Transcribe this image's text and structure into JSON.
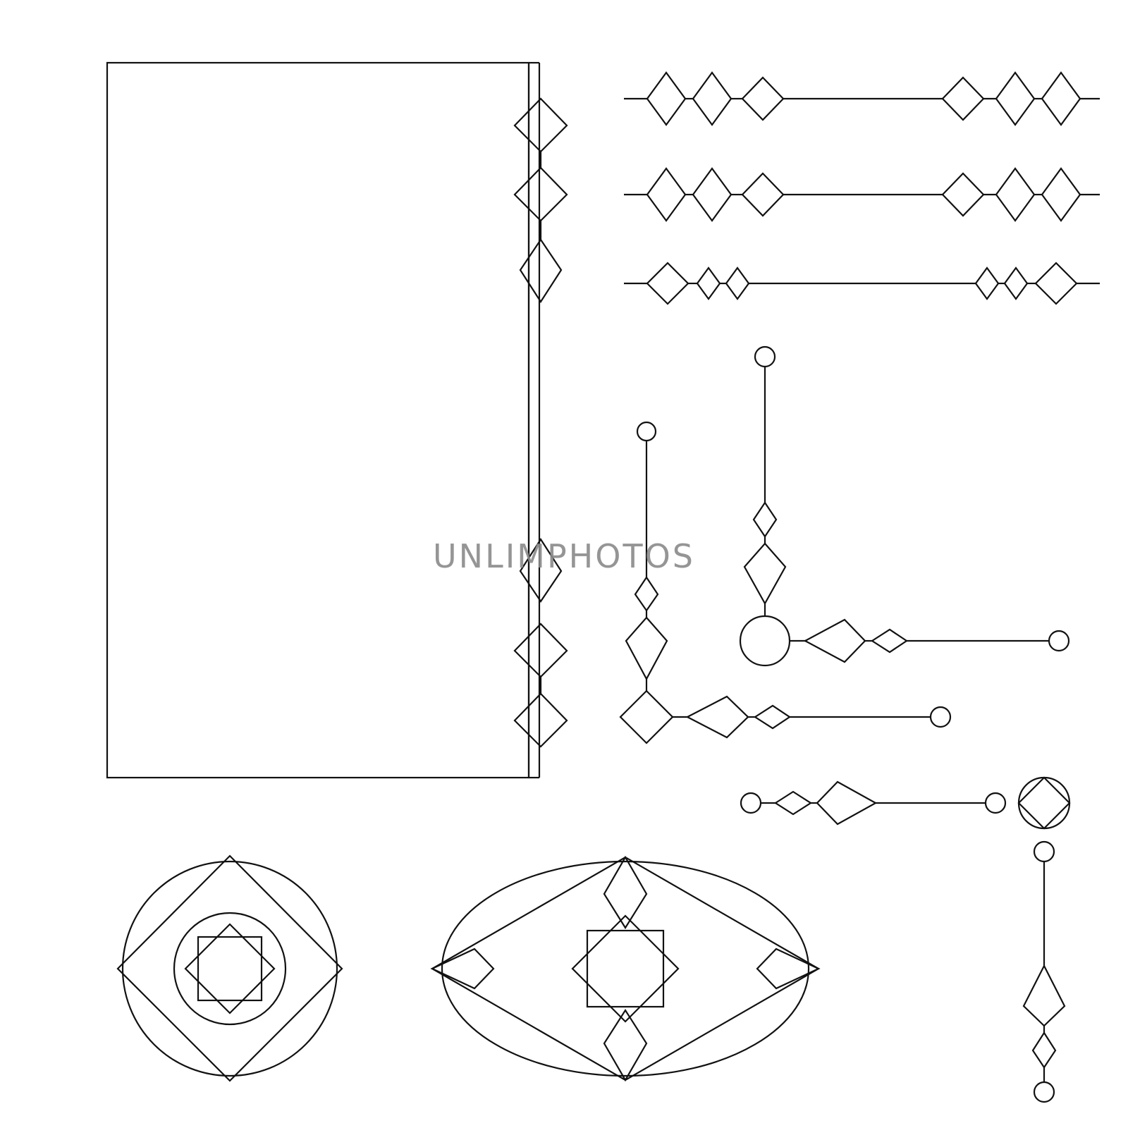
{
  "image": {
    "background": "#ffffff",
    "stroke_color": "#111111",
    "watermark": {
      "text": "UNLIMPHOTOS",
      "color": "#8a8a8a"
    }
  },
  "ornaments": [
    {
      "name": "rectangular-frame",
      "icon": "frame-with-diamond-spine"
    },
    {
      "name": "divider-1",
      "icon": "diamond-chain-divider"
    },
    {
      "name": "divider-2",
      "icon": "diamond-chain-divider"
    },
    {
      "name": "divider-3",
      "icon": "diamond-chain-divider"
    },
    {
      "name": "corner-ornament-1",
      "icon": "diamond-corner"
    },
    {
      "name": "corner-ornament-2",
      "icon": "circle-corner"
    },
    {
      "name": "corner-ornament-3",
      "icon": "circle-diamond-corner"
    },
    {
      "name": "round-medallion",
      "icon": "circle-diamond-medallion"
    },
    {
      "name": "oval-medallion",
      "icon": "oval-diamond-medallion"
    }
  ]
}
